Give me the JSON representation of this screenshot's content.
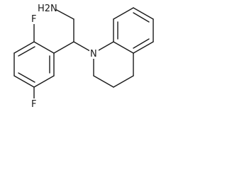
{
  "structure": {
    "atoms": {
      "amine": "H2N",
      "ring_nitrogen": "N",
      "fluorine_top": "F",
      "fluorine_bottom": "F"
    },
    "bond_color": "#1a1a1a",
    "background_color": "#ffffff"
  }
}
